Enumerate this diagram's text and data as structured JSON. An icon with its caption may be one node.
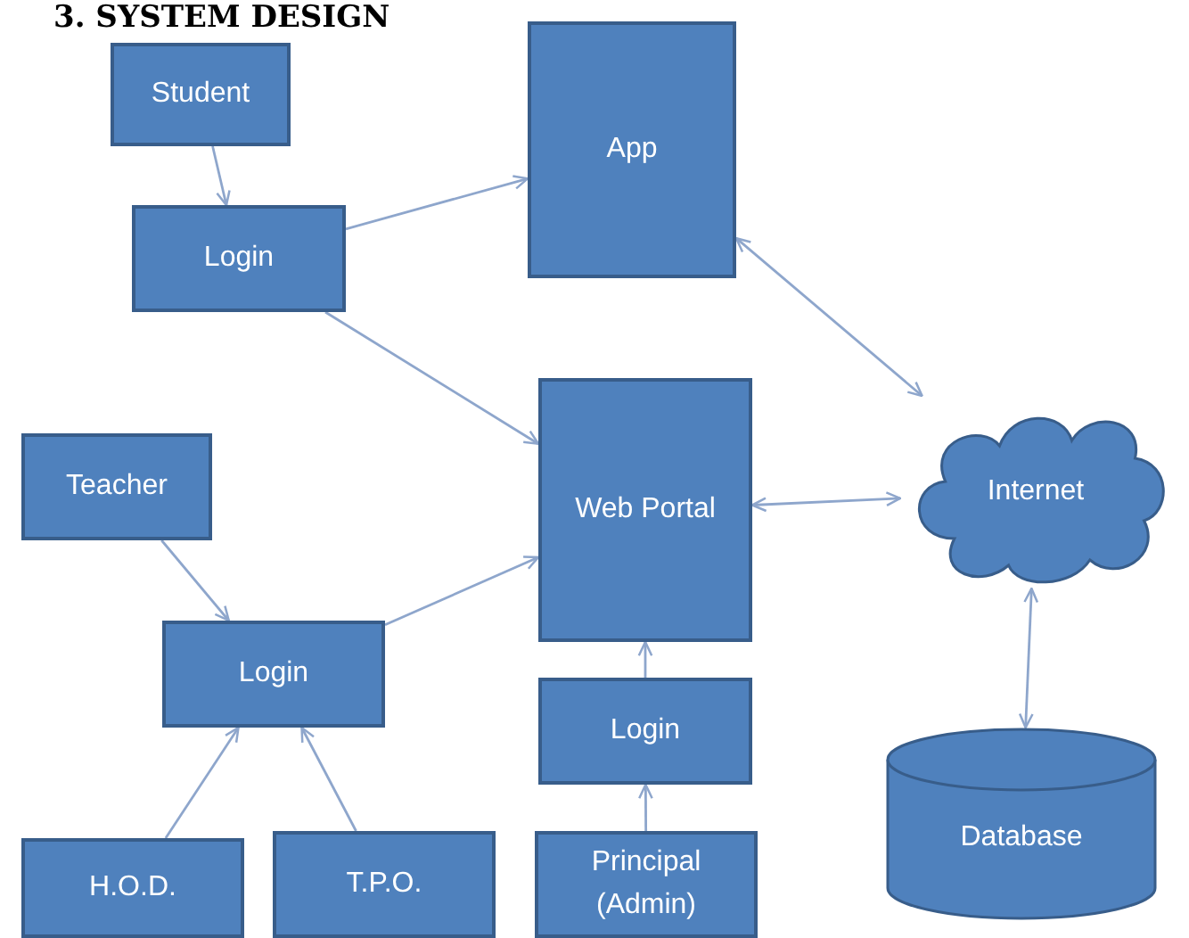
{
  "diagram": {
    "title": "3. SYSTEM DESIGN",
    "nodes": [
      {
        "text": [
          "Student"
        ]
      },
      {
        "text": [
          "App"
        ]
      },
      {
        "text": [
          "Login"
        ]
      },
      {
        "text": [
          "Web Portal"
        ]
      },
      {
        "text": [
          "Internet"
        ]
      },
      {
        "text": [
          "Teacher"
        ]
      },
      {
        "text": [
          "Login"
        ]
      },
      {
        "text": [
          "Login"
        ]
      },
      {
        "text": [
          "Database"
        ]
      },
      {
        "text": [
          "H.O.D."
        ]
      },
      {
        "text": [
          "T.P.O."
        ]
      },
      {
        "text": [
          "Principal (Admin)"
        ]
      }
    ],
    "edges": [
      {
        "from": 0,
        "to": 2,
        "arrow": "to"
      },
      {
        "from": 2,
        "to": 1,
        "arrow": "to"
      },
      {
        "from": 2,
        "to": 3,
        "arrow": "to"
      },
      {
        "from": 1,
        "to": 4,
        "arrow": "both"
      },
      {
        "from": 3,
        "to": 4,
        "arrow": "both"
      },
      {
        "from": 4,
        "to": 8,
        "arrow": "both"
      },
      {
        "from": 5,
        "to": 6,
        "arrow": "to"
      },
      {
        "from": 9,
        "to": 6,
        "arrow": "to"
      },
      {
        "from": 10,
        "to": 6,
        "arrow": "to"
      },
      {
        "from": 6,
        "to": 3,
        "arrow": "to"
      },
      {
        "from": 11,
        "to": 7,
        "arrow": "to"
      },
      {
        "from": 7,
        "to": 3,
        "arrow": "to"
      }
    ]
  }
}
